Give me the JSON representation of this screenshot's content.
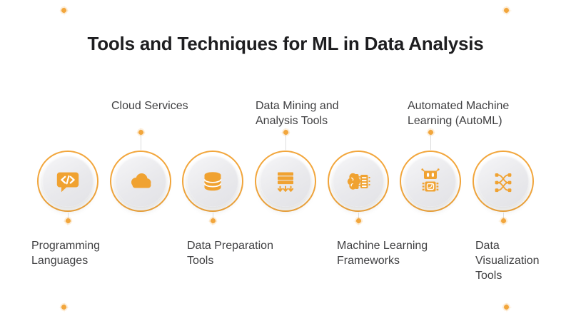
{
  "title": "Tools and Techniques for ML in Data Analysis",
  "colors": {
    "accent": "#F2A63C",
    "icon": "#F0A231",
    "title_text": "#1E1E20",
    "label_text": "#3F3F41",
    "inner_circle": "#E9E9EC",
    "connector_line": "#DCDCDC"
  },
  "nodes": [
    {
      "label": "Programming\nLanguages",
      "icon": "code-speech-bubble-icon",
      "label_position": "below"
    },
    {
      "label": "Cloud Services",
      "icon": "cloud-icon",
      "label_position": "above"
    },
    {
      "label": "Data Preparation\nTools",
      "icon": "database-icon",
      "label_position": "below"
    },
    {
      "label": "Data Mining and\nAnalysis Tools",
      "icon": "stacked-bars-download-icon",
      "label_position": "above"
    },
    {
      "label": "Machine Learning\nFrameworks",
      "icon": "brain-chip-icon",
      "label_position": "below"
    },
    {
      "label": "Automated Machine\nLearning (AutoML)",
      "icon": "robot-processor-icon",
      "label_position": "above"
    },
    {
      "label": "Data\nVisualization\nTools",
      "icon": "network-nodes-icon",
      "label_position": "below"
    }
  ]
}
